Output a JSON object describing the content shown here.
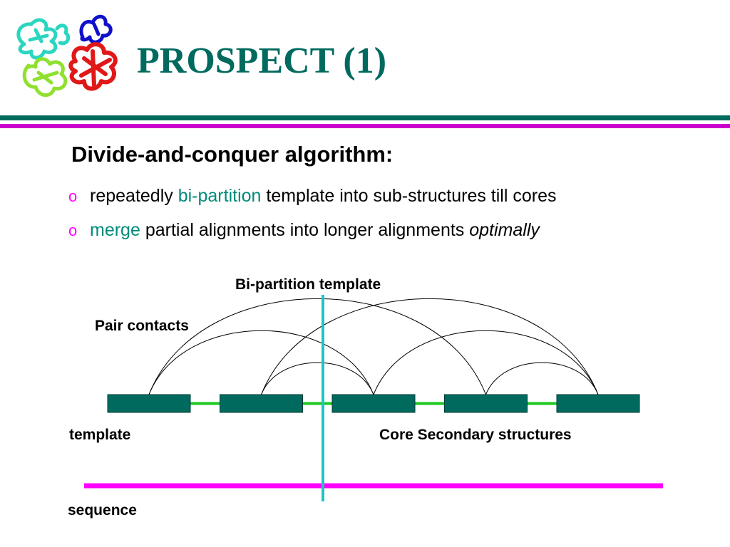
{
  "slide": {
    "title": "PROSPECT (1)",
    "heading": "Divide-and-conquer algorithm:",
    "bullets": [
      {
        "marker": "o",
        "parts": [
          {
            "text": "repeatedly ",
            "style": "normal"
          },
          {
            "text": "bi-partition",
            "style": "teal"
          },
          {
            "text": " template into sub-structures till cores",
            "style": "normal"
          }
        ]
      },
      {
        "marker": "o",
        "parts": [
          {
            "text": "merge",
            "style": "teal"
          },
          {
            "text": " partial alignments into longer alignments ",
            "style": "normal"
          },
          {
            "text": "optimally",
            "style": "italic"
          }
        ]
      }
    ]
  },
  "diagram": {
    "labels": {
      "bipartition": "Bi-partition template",
      "pair_contacts": "Pair contacts",
      "template": "template",
      "core_structures": "Core Secondary structures",
      "sequence": "sequence"
    },
    "core_count": 5,
    "contacts": [
      [
        0,
        2
      ],
      [
        0,
        3
      ],
      [
        1,
        2
      ],
      [
        1,
        4
      ],
      [
        2,
        4
      ],
      [
        3,
        4
      ]
    ]
  },
  "colors": {
    "title": "#006a5f",
    "core_fill": "#006a5f",
    "linker": "#1ec81e",
    "partition_line": "#20c4c4",
    "sequence_line": "#ff00ff",
    "bullet_marker": "#ff00ff",
    "highlight_text": "#008a7a",
    "rule_teal": "#006a5f",
    "rule_magenta": "#cc00cc"
  }
}
